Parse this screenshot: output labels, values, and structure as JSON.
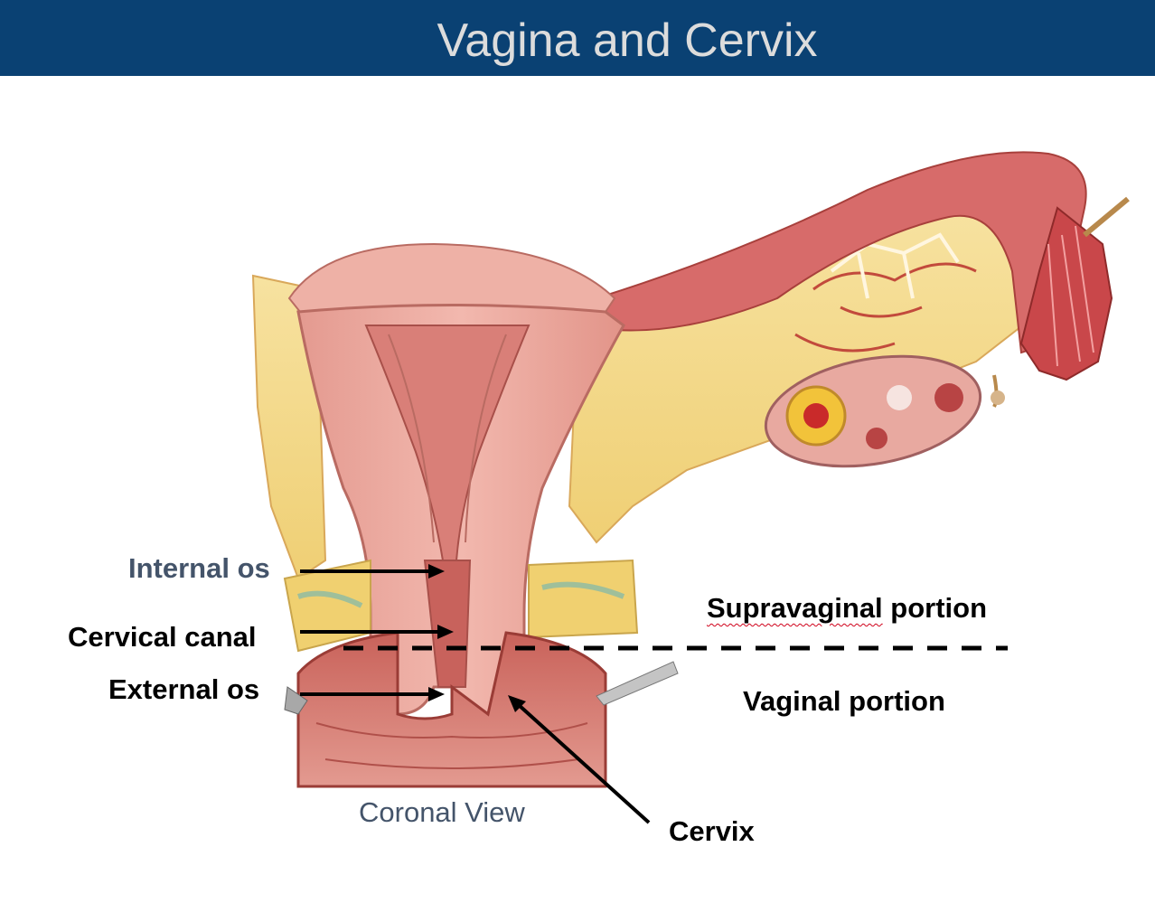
{
  "title": "Vagina and Cervix",
  "labels": {
    "internal_os": "Internal os",
    "cervical_canal": "Cervical canal",
    "external_os": "External os",
    "supravaginal_prefix": "Supravaginal",
    "supravaginal_suffix": " portion",
    "vaginal_portion": "Vaginal portion",
    "cervix": "Cervix",
    "coronal_view": "Coronal View"
  },
  "colors": {
    "header_bg": "#0a4173",
    "header_text": "#dcdcdc",
    "label_muted": "#44546a",
    "tissue_pink": "#e9a9a0",
    "muscle_red": "#c8504a",
    "fat_yellow": "#f3d98a"
  }
}
